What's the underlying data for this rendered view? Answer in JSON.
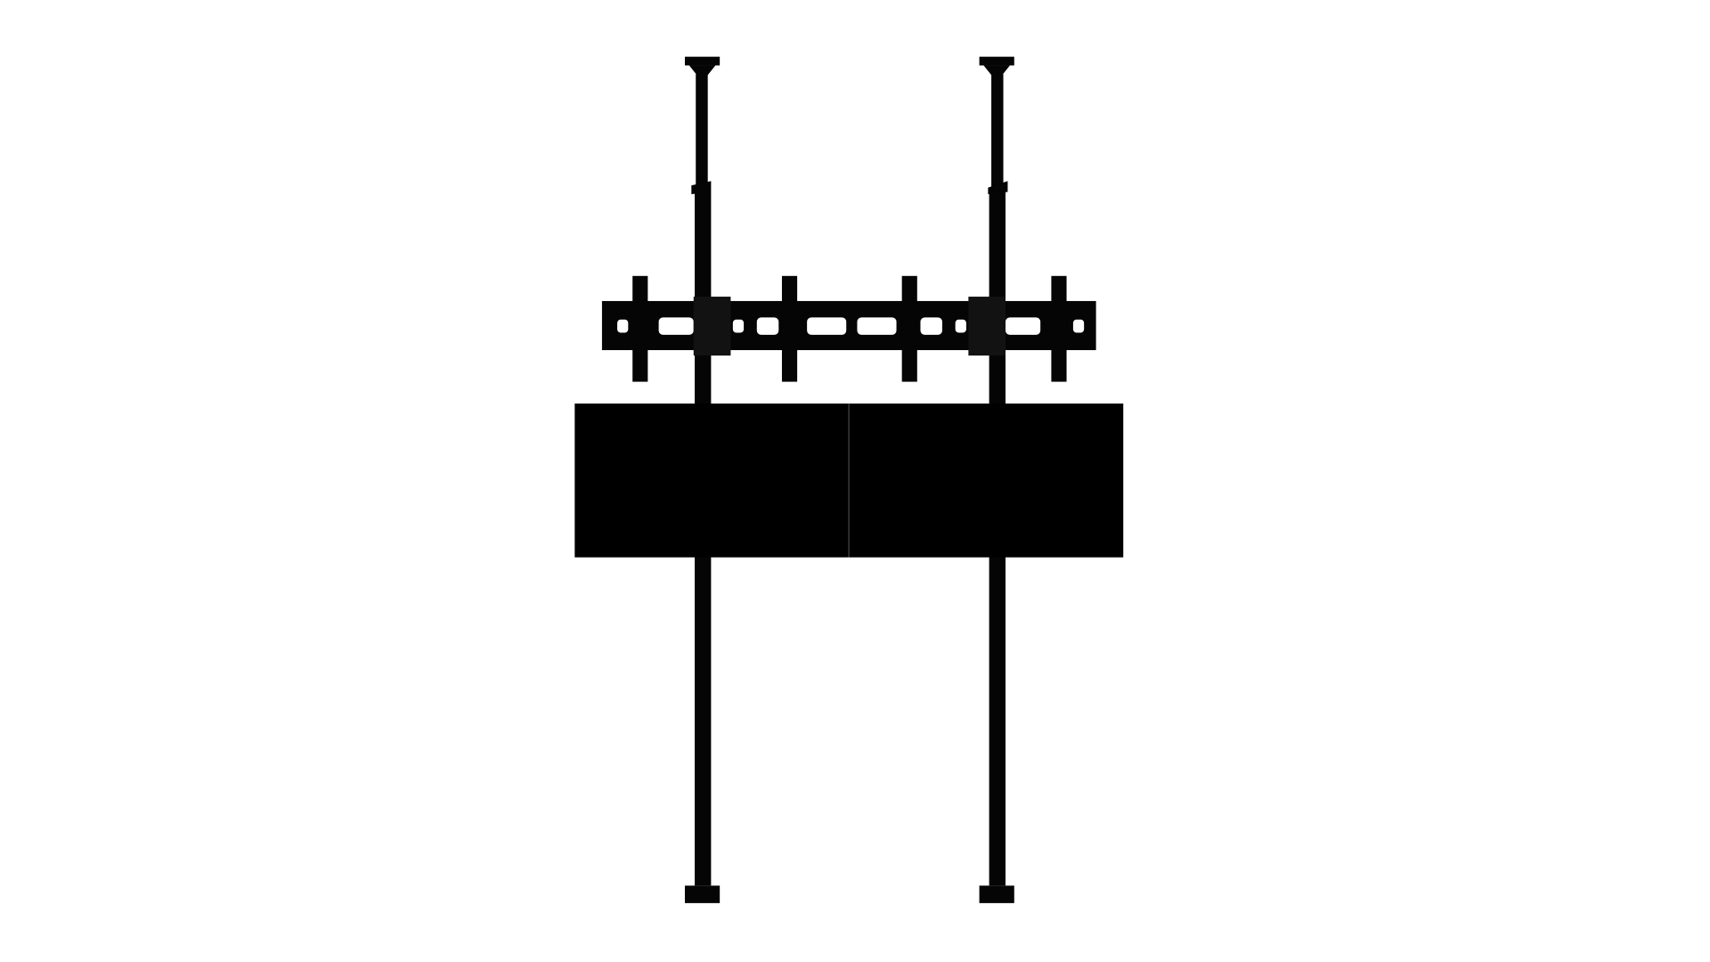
{
  "colors": {
    "background": "#ffffff",
    "mount": "#050505",
    "screen": "#000000",
    "highlight": "#1e1e1e"
  },
  "subject": {
    "poles": 2,
    "screens": 2,
    "vertical_brackets": 4
  }
}
